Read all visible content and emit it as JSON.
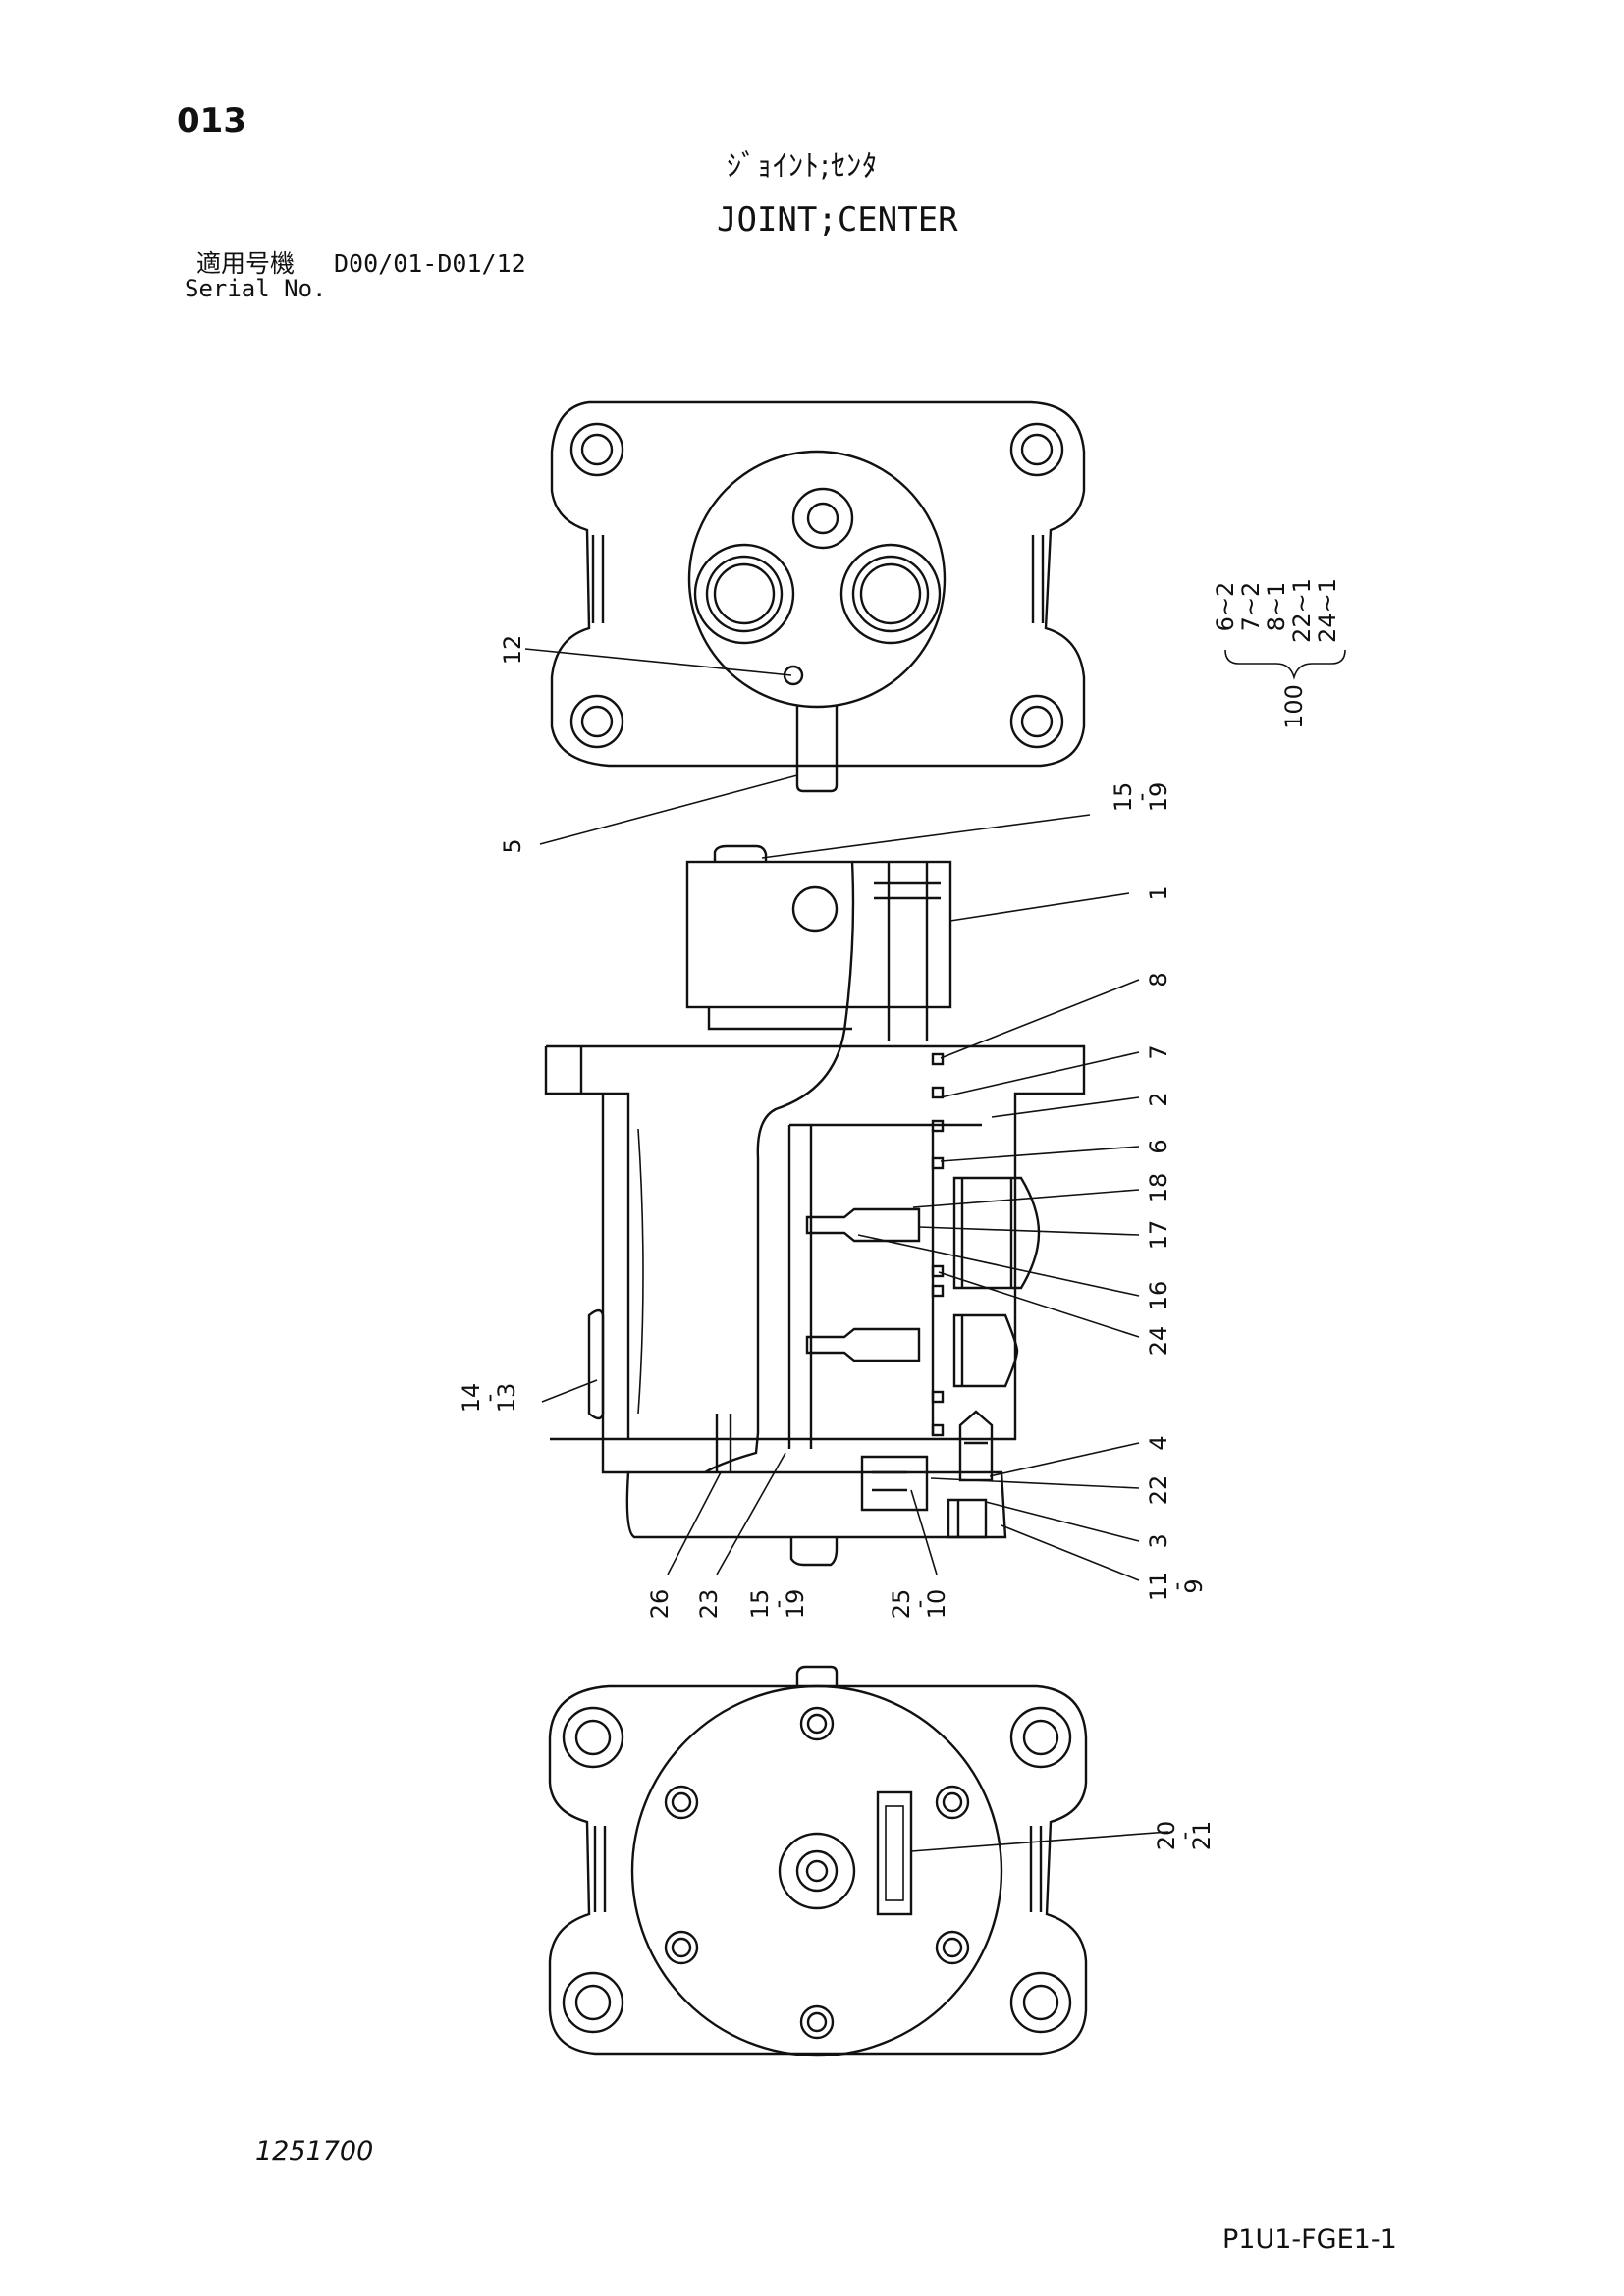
{
  "header": {
    "page_number": "013",
    "title_jp": "ｼﾞｮｲﾝﾄ;ｾﾝﾀ",
    "title_en": "JOINT;CENTER",
    "serial_label_jp": "適用号機",
    "serial_value": "D00/01-D01/12",
    "serial_label_en": "Serial No."
  },
  "footer": {
    "drawing_number": "1251700",
    "page_code": "P1U1-FGE1-1"
  },
  "callouts": {
    "c12": "12",
    "c5": "5",
    "c15_19_top": {
      "a": "15",
      "dash": "-",
      "b": "19"
    },
    "c1": "1",
    "c8": "8",
    "c7": "7",
    "c2": "2",
    "c6": "6",
    "c18": "18",
    "c17": "17",
    "c16": "16",
    "c24": "24",
    "c4": "4",
    "c22": "22",
    "c3": "3",
    "c11_9": {
      "a": "11",
      "dash": "-",
      "b": "9"
    },
    "c14_13": {
      "a": "14",
      "dash": "-",
      "b": "13"
    },
    "c26": "26",
    "c23": "23",
    "c15_19_bottom": {
      "a": "15",
      "dash": "-",
      "b": "19"
    },
    "c25_10": {
      "a": "25",
      "dash": "-",
      "b": "10"
    },
    "c20_21": {
      "a": "20",
      "dash": "-",
      "b": "21"
    }
  },
  "kit": {
    "number": "100",
    "items": [
      "6~2",
      "7~2",
      "8~1",
      "22~1",
      "24~1"
    ]
  }
}
